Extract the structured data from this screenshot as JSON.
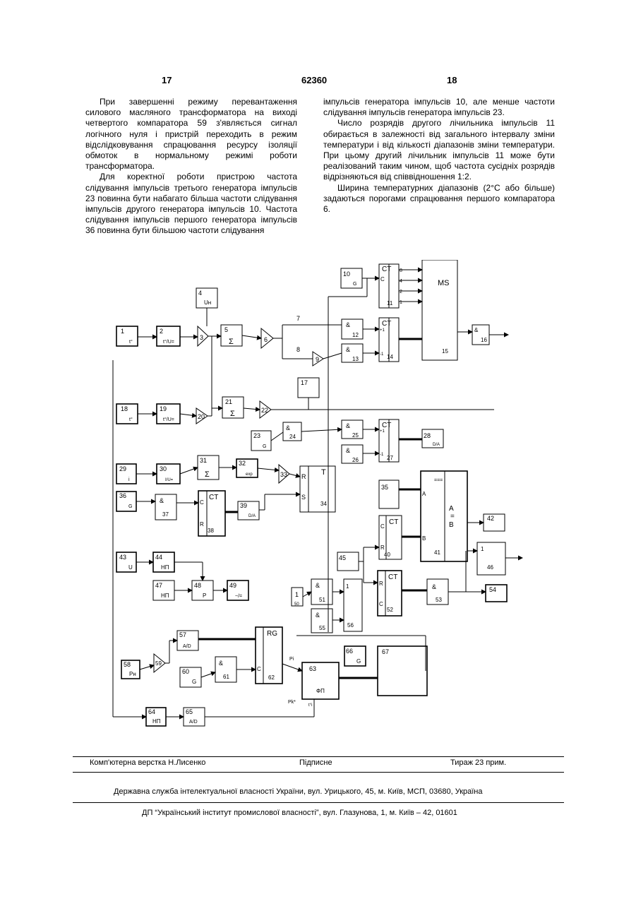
{
  "header": {
    "left_page": "17",
    "patent_number": "62360",
    "right_page": "18"
  },
  "left_column": [
    "При завершенні режиму перевантаження силового масляного трансформатора на виході четвертого компаратора 59 з'являється сигнал логічного нуля і пристрій переходить в режим відслідковування спрацювання ресурсу ізоляції обмоток в нормальному режимі роботи трансформатора.",
    "Для коректної роботи пристрою частота слідування імпульсів третього генератора імпульсів 23 повинна бути набагато більша частоти слідування імпульсів другого генератора імпульсів 10. Частота слідування імпульсів першого генератора імпульсів 36 повинна бути більшою частоти слідування"
  ],
  "right_column": [
    "імпульсів генератора імпульсів 10, але менше частоти слідування імпульсів генератора імпульсів 23.",
    "Число розрядів другого лічильника імпульсів 11 обирається в залежності від загального інтервалу зміни температури і від кількості діапазонів зміни температури. При цьому другий лічильник імпульсів 11 може бути реалізований таким чином, щоб частота сусідніх розрядів відрізняються від співвідношення 1:2.",
    "Ширина температурних діапазонів (2°С або більше) задаються порогами спрацювання першого компаратора 6."
  ],
  "diagram": {
    "labels": {
      "b1": "1",
      "b1s": "t°",
      "b2": "2",
      "b2s": "t°/U=",
      "b4": "4",
      "b4s": "Uн",
      "b5": "5",
      "sum": "Σ",
      "b7": "7",
      "b8": "8",
      "b9": "9",
      "b10": "10",
      "b10s": "G",
      "ct": "CT",
      "b11": "11",
      "ms": "MS",
      "b15": "15",
      "b16": "16",
      "and": "&",
      "b12": "12",
      "b13": "13",
      "b14": "14",
      "b17": "17",
      "b18": "18",
      "b18s": "t°",
      "b19": "19",
      "b19s": "t°/U=",
      "b20": "20",
      "b21": "21",
      "b22": "22",
      "b23": "23",
      "b23s": "G",
      "b24": "24",
      "b25": "25",
      "b26": "26",
      "b27": "27",
      "b28": "28",
      "da": "D/A",
      "b29": "29",
      "b29s": "i",
      "b30": "30",
      "b30s": "I/U=",
      "b31": "31",
      "b32": "32",
      "b32s": "exp",
      "b33": "33",
      "b34": "34",
      "t": "T",
      "r": "R",
      "s": "S",
      "c": "C",
      "b35": "35",
      "b36": "36",
      "b36s": "G",
      "b37": "37",
      "b38": "38",
      "b39": "39",
      "b40": "40",
      "b41": "41",
      "eq": "===",
      "a": "A",
      "b": "B",
      "b42": "42",
      "b43": "43",
      "b43s": "U",
      "b44": "44",
      "np": "НП",
      "b45": "45",
      "b46": "46",
      "one": "1",
      "b47": "47",
      "b48": "48",
      "p": "P",
      "b49": "49",
      "b49s": "~/=",
      "b50": "50",
      "b51": "51",
      "b52": "52",
      "b53": "53",
      "b54": "54",
      "b55": "55",
      "b56": "56",
      "b57": "57",
      "ad": "A/D",
      "b58": "58",
      "b58s": "Pн",
      "b59": "59",
      "b60": "60",
      "g": "G",
      "b61": "61",
      "b62": "62",
      "rg": "RG",
      "pi": "Pi",
      "b63": "63",
      "fp": "ФП",
      "pk": "Pk*",
      "tk": "t°i",
      "b64": "64",
      "b65": "65",
      "b66": "66",
      "b67": "67",
      "minus1": "-1",
      "plus1": "+1",
      "n8": "8",
      "n4": "4",
      "n2": "2",
      "n1": "1"
    }
  },
  "footer": {
    "layout": "Комп'ютерна верстка Н.Лисенко",
    "signed": "Підписне",
    "circulation": "Тираж 23 прим.",
    "office": "Державна служба інтелектуальної власності України, вул. Урицького, 45, м. Київ, МСП, 03680, Україна",
    "institute": "ДП “Український інститут промислової власності”, вул. Глазунова, 1, м. Київ – 42, 01601"
  }
}
